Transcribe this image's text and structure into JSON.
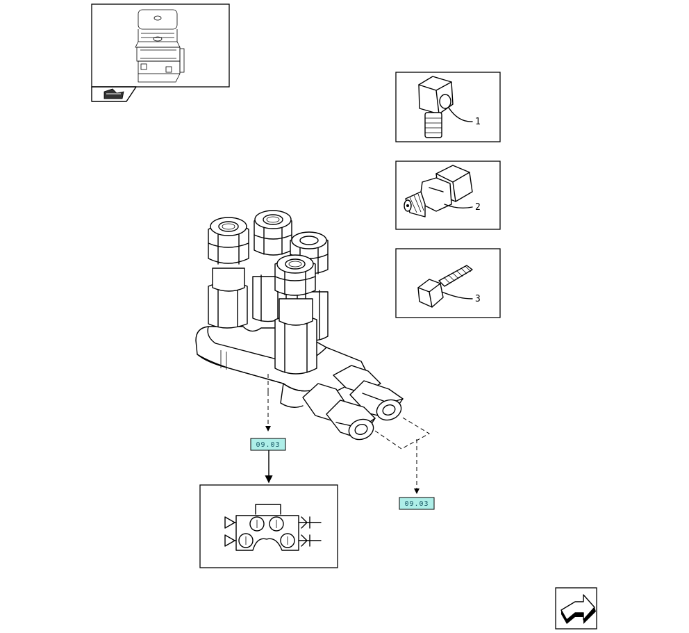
{
  "callouts": [
    {
      "label": "1"
    },
    {
      "label": "2"
    },
    {
      "label": "3"
    }
  ],
  "references": [
    {
      "label": "09.03"
    },
    {
      "label": "09.03"
    }
  ],
  "icons": {
    "thumbnail": "assembly-thumbnail-icon",
    "book": "book-hand-icon",
    "next": "next-page-arrow-icon"
  },
  "colors": {
    "reference_fill": "#aeeee8",
    "line": "#000000"
  }
}
